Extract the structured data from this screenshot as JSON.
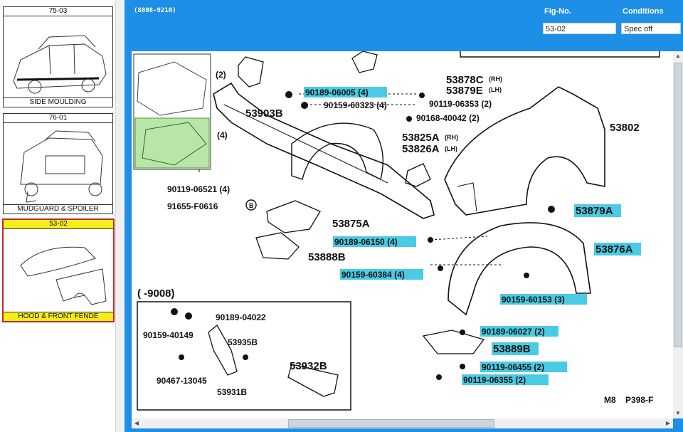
{
  "sidebar": {
    "items": [
      {
        "code": "75-03",
        "label": "SIDE MOULDING"
      },
      {
        "code": "76-01",
        "label": "MUDGUARD & SPOILER"
      },
      {
        "code": "53-02",
        "label": "HOOD & FRONT FENDE"
      }
    ]
  },
  "header": {
    "range": "(8808-9210)",
    "fig_label": "Fig-No.",
    "conditions_label": "Conditions",
    "fig_value": "53-02",
    "conditions_value": "Spec off"
  },
  "diagram": {
    "labels": {
      "l1": "(2)",
      "l2": "90189-06005 (4)",
      "l3": "90159-60323 (4)",
      "l4": "53878C",
      "l4s": "(RH)",
      "l5": "53879E",
      "l5s": "(LH)",
      "l6": "90119-06353 (2)",
      "l7": "90168-40042 (2)",
      "l8": "53903B",
      "l9": "(4)",
      "l10": "53825A",
      "l10s": "(RH)",
      "l11": "53826A",
      "l11s": "(LH)",
      "l12": "53802",
      "l13": "90119-06521 (4)",
      "l14": "91655-F0616",
      "l15": "53875A",
      "l16": "53879A",
      "l17": "90189-06150 (4)",
      "l18": "53876A",
      "l19": "53888B",
      "l20": "90159-60384 (4)",
      "l21": "90159-60153 (3)",
      "l22": "(    -9008)",
      "l23": "90189-04022",
      "l24": "90159-40149",
      "l25": "53935B",
      "l26": "90189-06027 (2)",
      "l27": "53889B",
      "l28": "90467-13045",
      "l29": "53932B",
      "l30": "90119-06455 (2)",
      "l31": "53931B",
      "l32": "90119-06355 (2)",
      "l33": "M8",
      "l34": "P398-F",
      "l35": "B"
    }
  },
  "colors": {
    "background": "#1e8fe6",
    "highlight": "#49cbe4",
    "selected_thumb": "#f6ee1a",
    "selected_border": "#c0282e"
  }
}
